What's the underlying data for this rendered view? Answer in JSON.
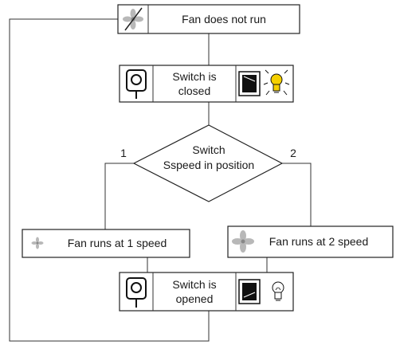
{
  "nodes": {
    "fan_not_run": {
      "label": "Fan does not run",
      "icon": "fan-crossed-icon"
    },
    "switch_closed": {
      "line1": "Switch is",
      "line2": "closed",
      "icons": [
        "thermostat-icon",
        "wall-switch-icon",
        "lit-bulb-icon"
      ]
    },
    "decision": {
      "line1": "Switch",
      "line2": "Sspeed in position"
    },
    "speed1": {
      "label": "Fan runs at 1 speed",
      "icon": "fan-small-icon"
    },
    "speed2": {
      "label": "Fan runs at 2 speed",
      "icon": "fan-large-icon"
    },
    "switch_opened": {
      "line1": "Switch is",
      "line2": "opened",
      "icons": [
        "thermostat-icon",
        "wall-switch-icon",
        "unlit-bulb-icon"
      ]
    }
  },
  "branches": {
    "left": "1",
    "right": "2"
  },
  "colors": {
    "bulb_glow": "#f5d000",
    "fan_grey": "#b8b8b8"
  }
}
